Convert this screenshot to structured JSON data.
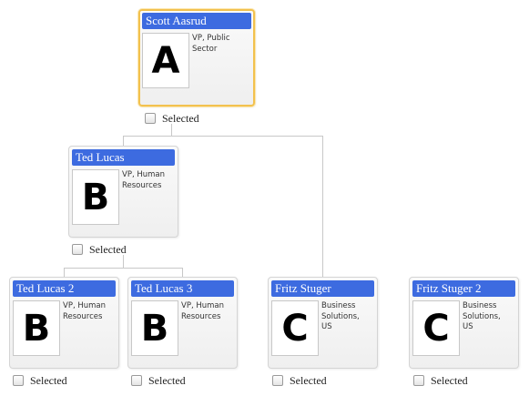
{
  "nodes": [
    {
      "id": "scott",
      "name": "Scott Aasrud",
      "avatar_letter": "A",
      "title": "VP, Public Sector",
      "selected_label": "Selected",
      "selected": false,
      "highlighted": true
    },
    {
      "id": "ted",
      "name": "Ted Lucas",
      "avatar_letter": "B",
      "title": "VP, Human Resources",
      "selected_label": "Selected",
      "selected": false,
      "highlighted": false
    },
    {
      "id": "ted2",
      "name": "Ted Lucas 2",
      "avatar_letter": "B",
      "title": "VP, Human Resources",
      "selected_label": "Selected",
      "selected": false,
      "highlighted": false
    },
    {
      "id": "ted3",
      "name": "Ted Lucas 3",
      "avatar_letter": "B",
      "title": "VP, Human Resources",
      "selected_label": "Selected",
      "selected": false,
      "highlighted": false
    },
    {
      "id": "fritz",
      "name": "Fritz Stuger",
      "avatar_letter": "C",
      "title": "Business Solutions, US",
      "selected_label": "Selected",
      "selected": false,
      "highlighted": false
    },
    {
      "id": "fritz2",
      "name": "Fritz Stuger 2",
      "avatar_letter": "C",
      "title": "Business Solutions, US",
      "selected_label": "Selected",
      "selected": false,
      "highlighted": false
    }
  ],
  "colors": {
    "header_bg": "#3d6be0",
    "highlight_border": "#f2c14e",
    "connector": "#c8c8c8"
  }
}
